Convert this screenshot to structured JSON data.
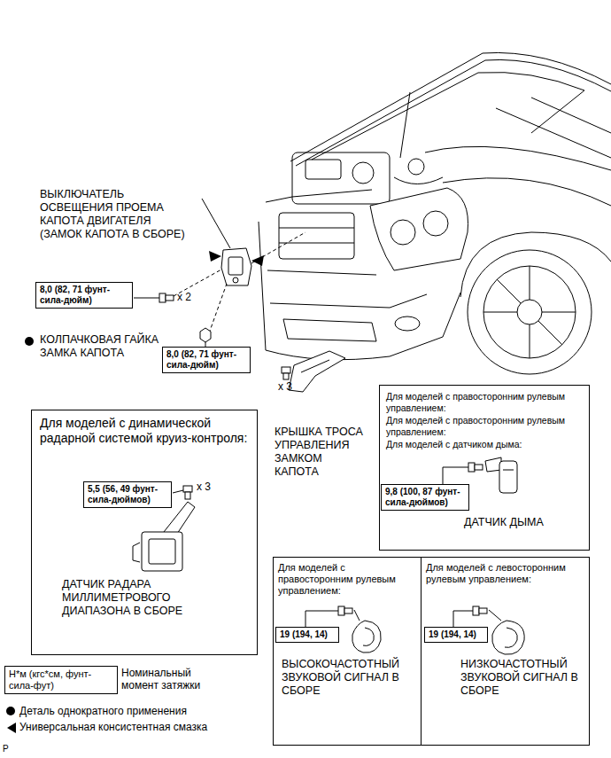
{
  "diagram": {
    "nodes": [
      {
        "text": [
          "8,0 (82, 71 фунт-сила-дюйм)"
        ]
      },
      {
        "text": [
          "8,0 (82, 71 фунт-сила-дюйм)"
        ]
      },
      {
        "text": [
          "Для моделей с динамической радарной системой круиз-контроля:",
          "x 3",
          "ДАТЧИК РАДАРА МИЛЛИМЕТРОВОГО ДИАПАЗОНА В СБОРЕ"
        ]
      },
      {
        "text": [
          "5,5 (56, 49 фунт-сила-дюймов)"
        ],
        "in": 2
      },
      {
        "text": [
          "Для моделей с правосторонним рулевым управлением:",
          "Для моделей с правосторонним рулевым управлением:",
          "Для моделей с датчиком дыма:",
          "ДАТЧИК ДЫМА"
        ]
      },
      {
        "text": [
          "9,8 (100, 87 фунт-сила-дюймов)"
        ],
        "in": 4
      },
      {
        "text": [
          "Для моделей с правосторонним рулевым управлением:",
          "ВЫСОКОЧАСТОТНЫЙ ЗВУКОВОЙ СИГНАЛ В СБОРЕ"
        ]
      },
      {
        "text": [
          "19 (194, 14)"
        ],
        "in": 6
      },
      {
        "text": [
          "Для моделей с левосторонним рулевым управлением:",
          "НИЗКОЧАСТОТНЫЙ ЗВУКОВОЙ СИГНАЛ В СБОРЕ"
        ]
      },
      {
        "text": [
          "19 (194, 14)"
        ],
        "in": 8
      },
      {
        "text": [
          "Н*м (кгс*см, фунт-сила-фут)"
        ]
      }
    ],
    "labels": [
      "ВЫКЛЮЧАТЕЛЬ ОСВЕЩЕНИЯ ПРОЕМА КАПОТА ДВИГАТЕЛЯ (ЗАМОК КАПОТА В СБОРЕ)",
      "x 2",
      "КОЛПАЧКОВАЯ ГАЙКА ЗАМКА КАПОТА",
      "x 3",
      "КРЫШКА ТРОСА УПРАВЛЕНИЯ ЗАМКОМ КАПОТА",
      "P"
    ],
    "legend": [
      {
        "text": "Номинальный момент затяжки"
      },
      {
        "text": "Деталь однократного применения"
      },
      {
        "text": "Универсальная консистентная смазка"
      }
    ]
  }
}
